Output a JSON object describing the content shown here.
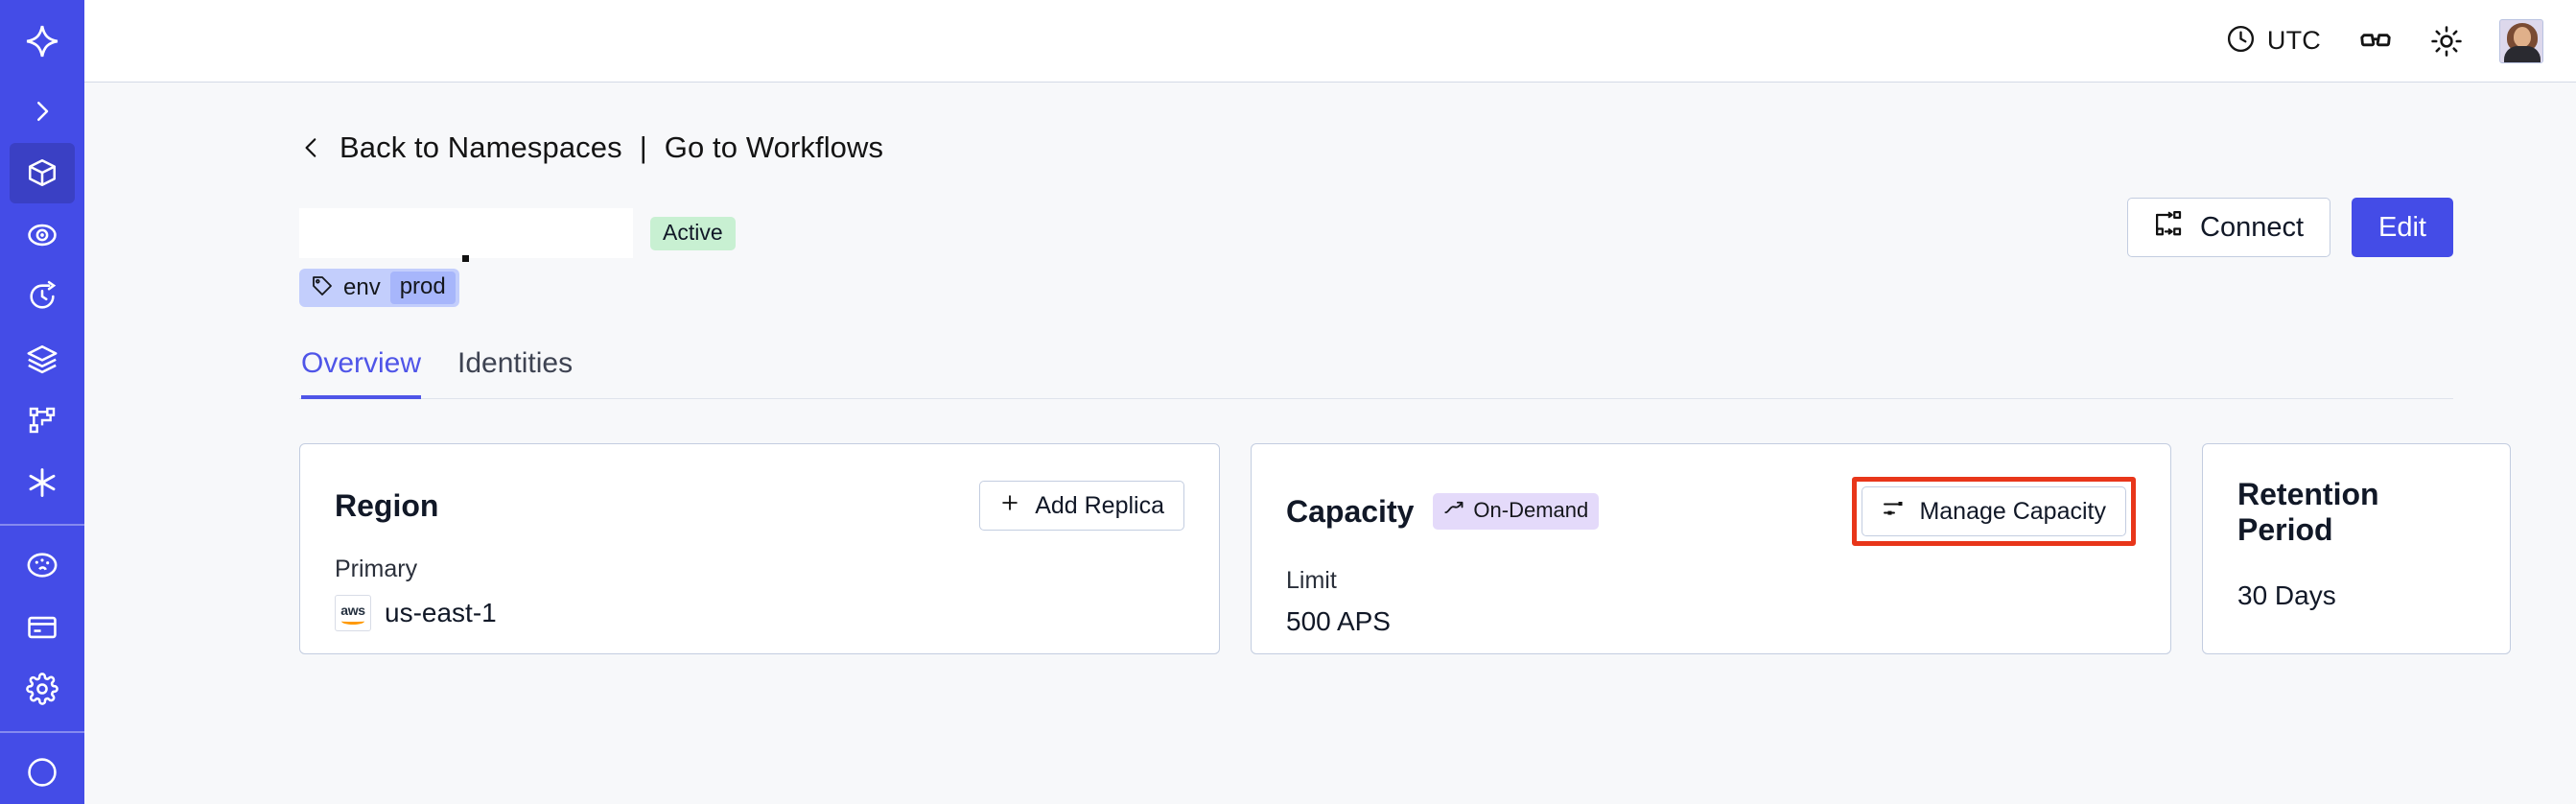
{
  "sidebar": {
    "logo_icon": "temporal-logo-icon",
    "items": [
      {
        "icon": "chevron-right-icon",
        "name": "expand-sidebar",
        "active": false
      },
      {
        "icon": "cube-icon",
        "name": "namespaces",
        "active": true
      },
      {
        "icon": "eye-icon",
        "name": "observability",
        "active": false
      },
      {
        "icon": "history-clock-icon",
        "name": "history",
        "active": false
      },
      {
        "icon": "layers-icon",
        "name": "layers",
        "active": false
      },
      {
        "icon": "git-branch-icon",
        "name": "workflows",
        "active": false
      },
      {
        "icon": "asterisk-icon",
        "name": "integrations",
        "active": false
      },
      {
        "icon": "palette-icon",
        "name": "appearance",
        "active": false
      },
      {
        "icon": "credit-card-icon",
        "name": "billing",
        "active": false
      },
      {
        "icon": "gear-icon",
        "name": "settings",
        "active": false
      },
      {
        "icon": "help-circle-icon",
        "name": "help",
        "active": false
      }
    ]
  },
  "topbar": {
    "timezone_label": "UTC",
    "timezone_icon": "clock-icon",
    "glasses_icon": "reading-glasses-icon",
    "theme_icon": "sun-icon",
    "avatar_name": "user-avatar"
  },
  "breadcrumb": {
    "back_icon": "chevron-left-icon",
    "back_label": "Back to Namespaces",
    "separator": "|",
    "forward_label": "Go to Workflows"
  },
  "header": {
    "namespace_title": "",
    "status_badge": "Active",
    "connect_label": "Connect",
    "connect_icon": "connect-icon",
    "edit_label": "Edit"
  },
  "tag": {
    "icon": "tag-icon",
    "key": "env",
    "value": "prod"
  },
  "tabs": [
    {
      "label": "Overview",
      "active": true
    },
    {
      "label": "Identities",
      "active": false
    }
  ],
  "cards": {
    "region": {
      "title": "Region",
      "action_label": "Add Replica",
      "action_icon": "plus-icon",
      "label": "Primary",
      "provider_icon": "aws-logo",
      "provider_text": "aws",
      "value": "us-east-1"
    },
    "capacity": {
      "title": "Capacity",
      "badge_label": "On-Demand",
      "badge_icon": "trending-up-icon",
      "action_label": "Manage Capacity",
      "action_icon": "sliders-icon",
      "label": "Limit",
      "value": "500 APS",
      "highlighted": true
    },
    "retention": {
      "title": "Retention Period",
      "value": "30 Days"
    }
  },
  "colors": {
    "brand_indigo": "#444ce7",
    "sidebar_active": "#3a40c4",
    "status_green_bg": "#c8f0d2",
    "badge_purple_bg": "#e4dafa",
    "tag_blue_bg": "#c3cefc",
    "tag_value_bg": "#a7b6fb",
    "annotation_red": "#e8361a",
    "page_bg": "#f7f8fa",
    "card_border": "#c3cde0",
    "aws_orange": "#ff9900"
  }
}
